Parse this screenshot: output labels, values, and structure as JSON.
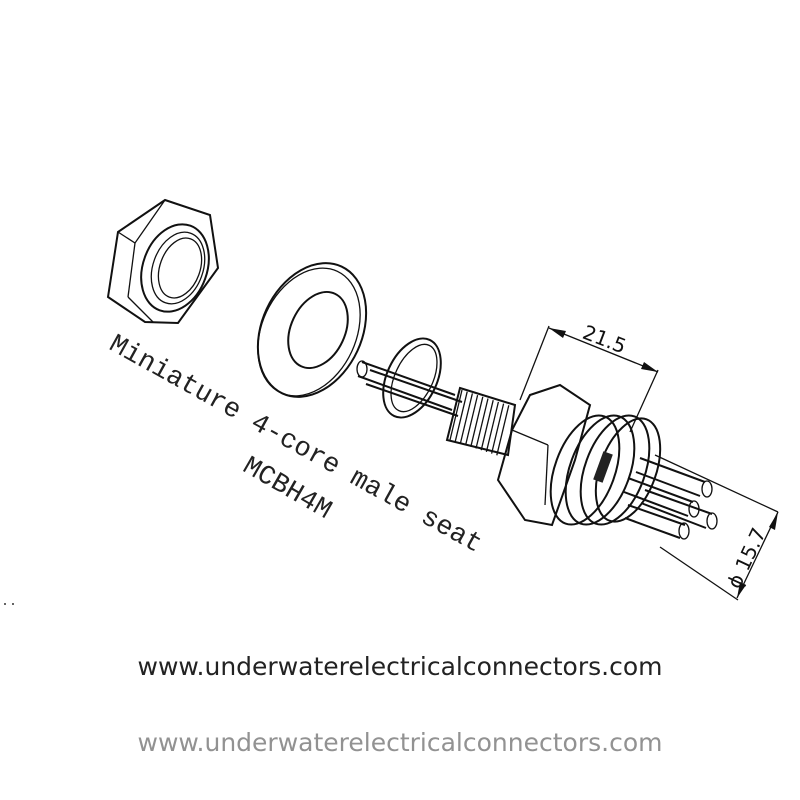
{
  "caption": {
    "line1": "Miniature 4-core male seat",
    "line2": "MCBH4M"
  },
  "dimensions": {
    "length": "21.5",
    "diameter": "ϕ 15.7"
  },
  "watermark": "www.underwaterelectricalconnectors.com",
  "footer_url": "www.underwaterelectricalconnectors.com"
}
